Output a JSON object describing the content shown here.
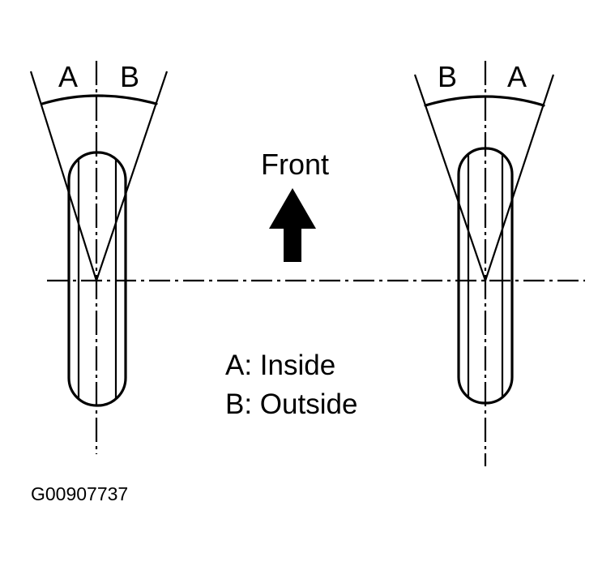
{
  "diagram": {
    "left_wheel": {
      "left_angle_label": "A",
      "right_angle_label": "B"
    },
    "right_wheel": {
      "left_angle_label": "B",
      "right_angle_label": "A"
    },
    "direction_label": "Front",
    "legend": [
      "A: Inside",
      "B: Outside"
    ],
    "figure_code": "G00907737",
    "colors": {
      "line": "#000000",
      "background": "#ffffff"
    }
  }
}
